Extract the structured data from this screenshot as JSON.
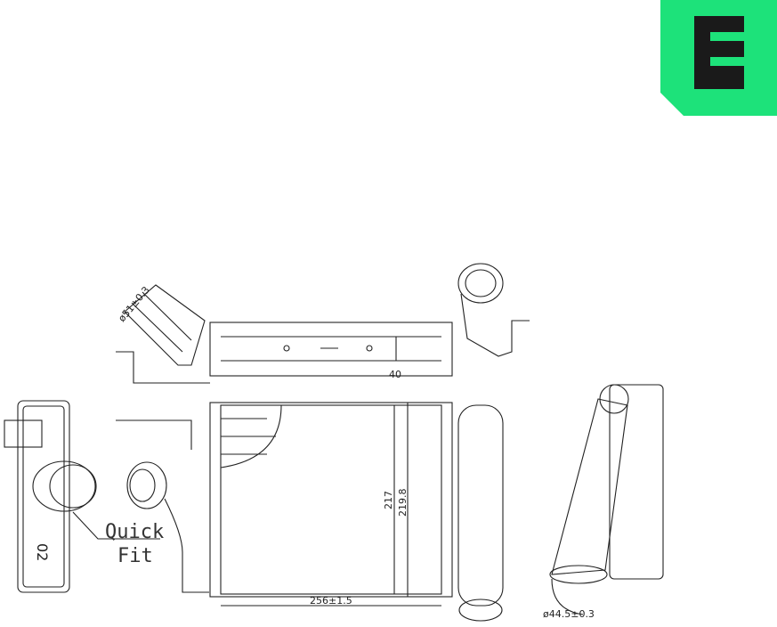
{
  "logo": {
    "letter": "E",
    "color": "#1de27a",
    "glyph_color": "#1a1a1a"
  },
  "dimensions": {
    "inlet_diameter": "ø51±0.3",
    "depth": "40",
    "core_height": "217",
    "overall_height": "219.8",
    "width": "256±1.5",
    "outlet_diameter": "ø44.5±0.3"
  },
  "callout": {
    "line1": "Quick",
    "line2": "Fit"
  },
  "part_mark": "02"
}
